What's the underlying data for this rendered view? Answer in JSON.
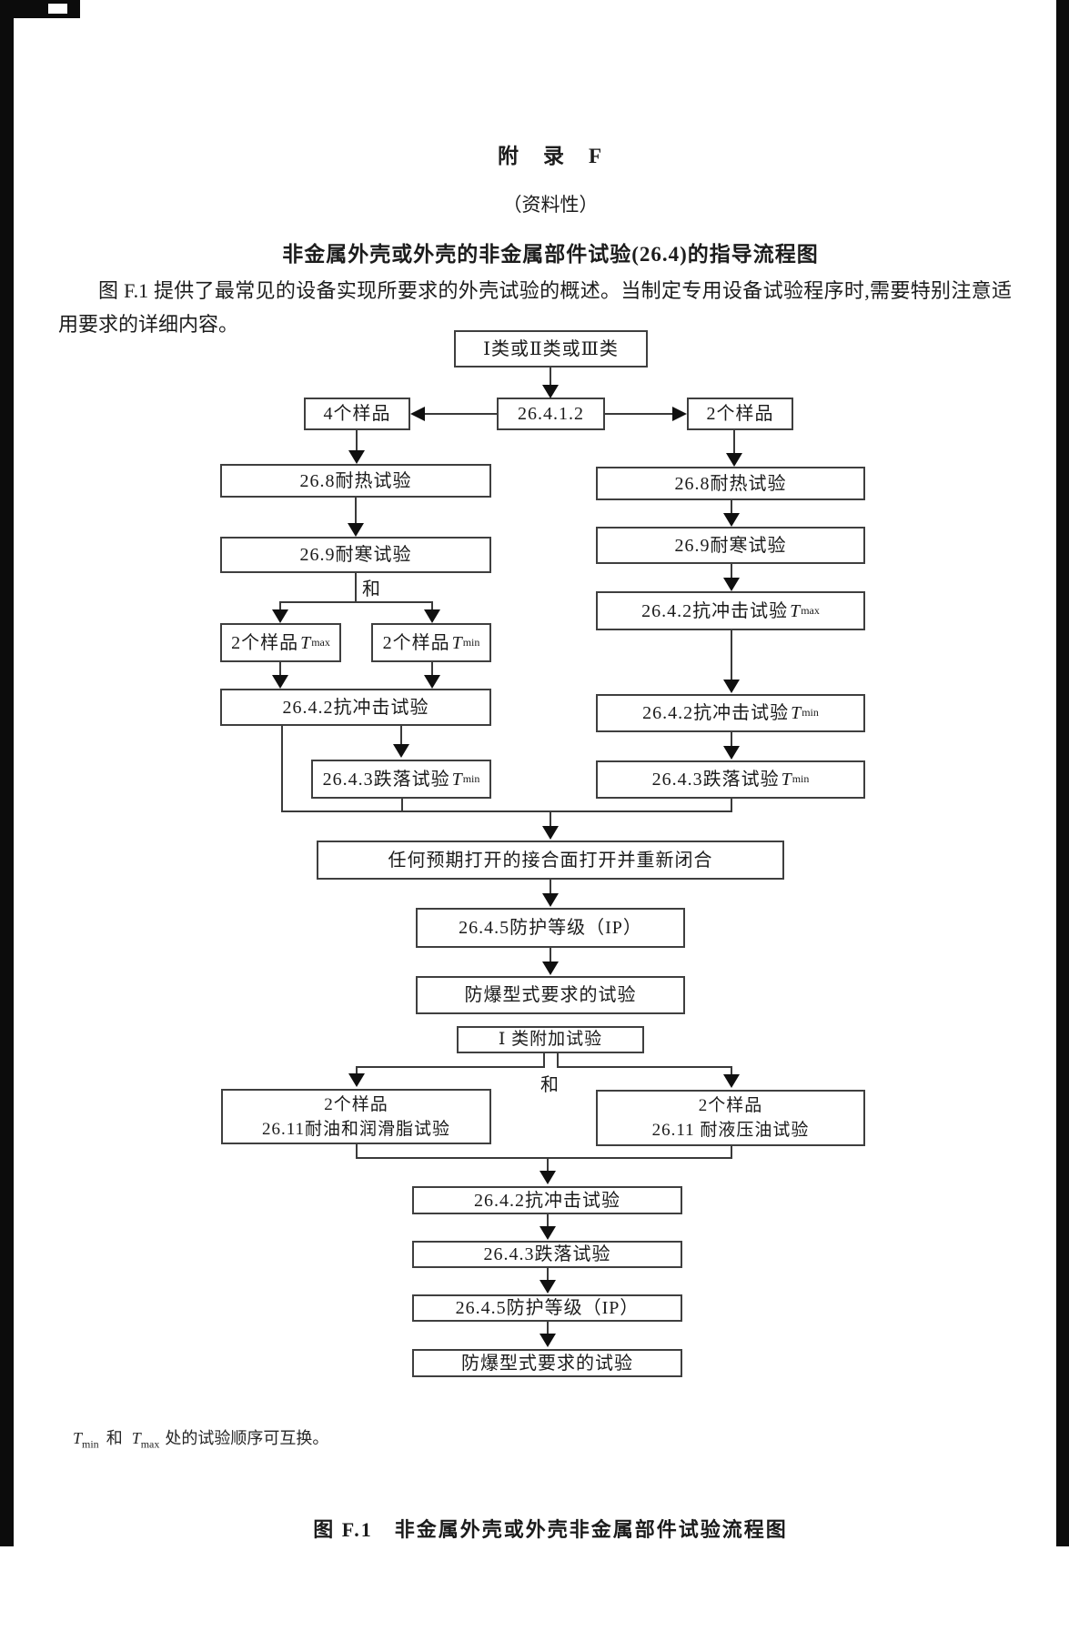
{
  "colors": {
    "ink": "#1c1c1c",
    "box_border": "#3f3f3f",
    "edge_bar": "#0c0c0c"
  },
  "page": {
    "appendix_label": "附　录　F",
    "appendix_kind": "（资料性）",
    "appendix_title": "非金属外壳或外壳的非金属部件试验(26.4)的指导流程图",
    "intro": "图 F.1 提供了最常见的设备实现所要求的外壳试验的概述。当制定专用设备试验程序时,需要特别注意适用要求的详细内容。",
    "caption": "图 F.1　非金属外壳或外壳非金属部件试验流程图",
    "footnote": {
      "t1": "T",
      "t1_sub": "min",
      "and": "和",
      "t2": "T",
      "t2_sub": "max",
      "rest": "处的试验顺序可互换。"
    }
  },
  "flow": {
    "cls": "Ⅰ类或Ⅱ类或Ⅲ类",
    "clause": "26.4.1.2",
    "s4": "4个样品",
    "s2": "2个样品",
    "l_heat": "26.8耐热试验",
    "l_cold": "26.9耐寒试验",
    "l_and": "和",
    "l_tmax": {
      "label": "2个样品",
      "t": "T",
      "sub": "max"
    },
    "l_tmin": {
      "label": "2个样品",
      "t": "T",
      "sub": "min"
    },
    "l_impact": "26.4.2抗冲击试验",
    "l_drop": {
      "label": "26.4.3跌落试验",
      "t": "T",
      "sub": "min"
    },
    "r_heat": "26.8耐热试验",
    "r_cold": "26.9耐寒试验",
    "r_impact_tmax": {
      "label": "26.4.2抗冲击试验",
      "t": "T",
      "sub": "max"
    },
    "r_impact_tmin": {
      "label": "26.4.2抗冲击试验",
      "t": "T",
      "sub": "min"
    },
    "r_drop": {
      "label": "26.4.3跌落试验",
      "t": "T",
      "sub": "min"
    },
    "reclose": "任何预期打开的接合面打开并重新闭合",
    "ip1": "26.4.5防护等级（IP）",
    "ex1": "防爆型式要求的试验",
    "group1": "Ⅰ 类附加试验",
    "b_and": "和",
    "oil": {
      "line1": "2个样品",
      "line2": "26.11耐油和润滑脂试验"
    },
    "hyd": {
      "line1": "2个样品",
      "line2": "26.11 耐液压油试验"
    },
    "b_impact": "26.4.2抗冲击试验",
    "b_drop": "26.4.3跌落试验",
    "b_ip": "26.4.5防护等级（IP）",
    "b_ex": "防爆型式要求的试验"
  }
}
